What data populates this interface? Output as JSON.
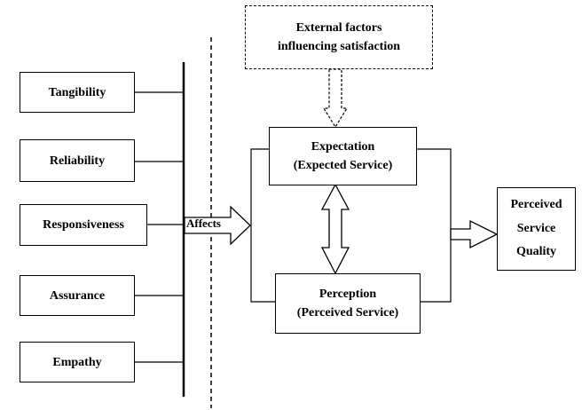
{
  "dimensions": [
    {
      "id": "tangibility",
      "label": "Tangibility"
    },
    {
      "id": "reliability",
      "label": "Reliability"
    },
    {
      "id": "responsiveness",
      "label": "Responsiveness"
    },
    {
      "id": "assurance",
      "label": "Assurance"
    },
    {
      "id": "empathy",
      "label": "Empathy"
    }
  ],
  "external": {
    "line1": "External factors",
    "line2": "influencing satisfaction"
  },
  "expectation": {
    "line1": "Expectation",
    "line2": "(Expected Service)"
  },
  "perception": {
    "line1": "Perception",
    "line2": "(Perceived Service)"
  },
  "result": {
    "line1": "Perceived",
    "line2": "Service",
    "line3": "Quality"
  },
  "arrow_label": "Affects"
}
